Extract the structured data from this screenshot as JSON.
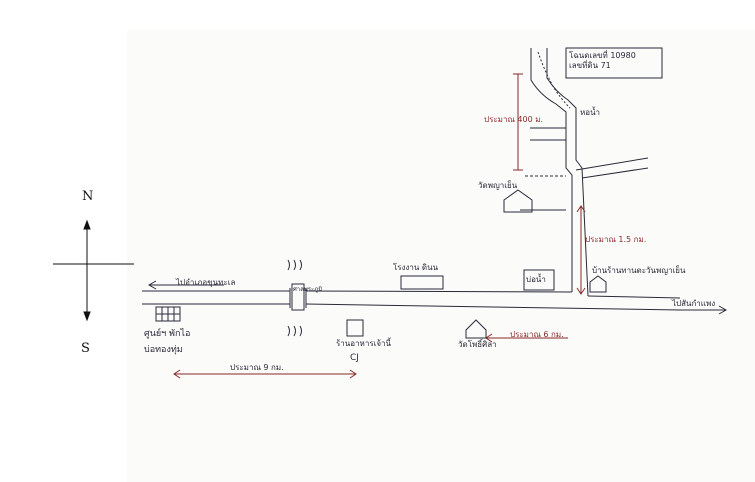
{
  "compass": {
    "north": "N",
    "south": "S"
  },
  "labels": {
    "km_marker": "โฉนดเลขที่ 10980\nเลขที่ดิน 71",
    "water_tank": "หอน้ำ",
    "dist_400m": "ประมาณ 400 ม.",
    "wat_top": "วัดพญาเย็น",
    "dist_1_5km": "ประมาณ 1.5 กม.",
    "to_left": "ไปอำเภอขุนทะเล",
    "temple_shrine": "ศาลพระภูมิ",
    "factory": "โรงงาน ดินน",
    "pond": "บ่อน้ำ",
    "landmark_right": "บ้านร้านทานตะวันพญาเย็น",
    "to_right": "ไปสันกำแพง",
    "station": "ศูนย์ฯ พักไอ",
    "station_line2": "บ่อทองทุ่ม",
    "shop": "ร้านอาหารเจ้านี้",
    "cj": "CJ",
    "wat_bottom": "วัดโพธิ์ศิลา",
    "dist_6km": "ประมาณ 6 กม.",
    "dist_9km": "ประมาณ 9 กม."
  }
}
